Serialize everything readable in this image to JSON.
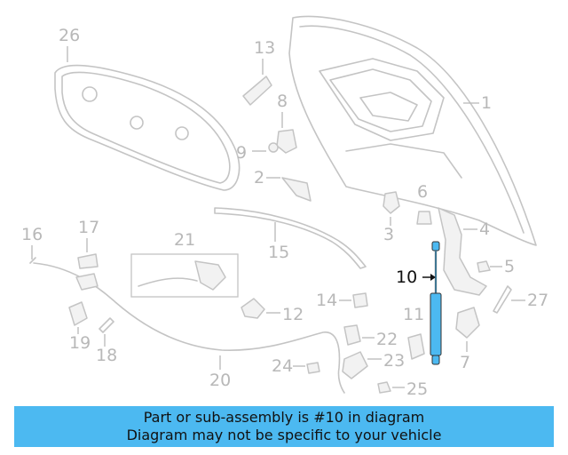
{
  "diagram": {
    "highlighted_part": "10",
    "highlight_color": "#4cb9f1",
    "callouts": {
      "p1": "1",
      "p2": "2",
      "p3": "3",
      "p4": "4",
      "p5": "5",
      "p6": "6",
      "p7": "7",
      "p8": "8",
      "p9": "9",
      "p10": "10",
      "p11": "11",
      "p12": "12",
      "p13": "13",
      "p14": "14",
      "p15": "15",
      "p16": "16",
      "p17": "17",
      "p18": "18",
      "p19": "19",
      "p20": "20",
      "p21": "21",
      "p22": "22",
      "p23": "23",
      "p24": "24",
      "p25": "25",
      "p26": "26",
      "p27": "27"
    }
  },
  "banner": {
    "line1": "Part or sub-assembly is #10 in diagram",
    "line2": "Diagram may not be specific to your vehicle",
    "color": "#4cb9f1"
  }
}
